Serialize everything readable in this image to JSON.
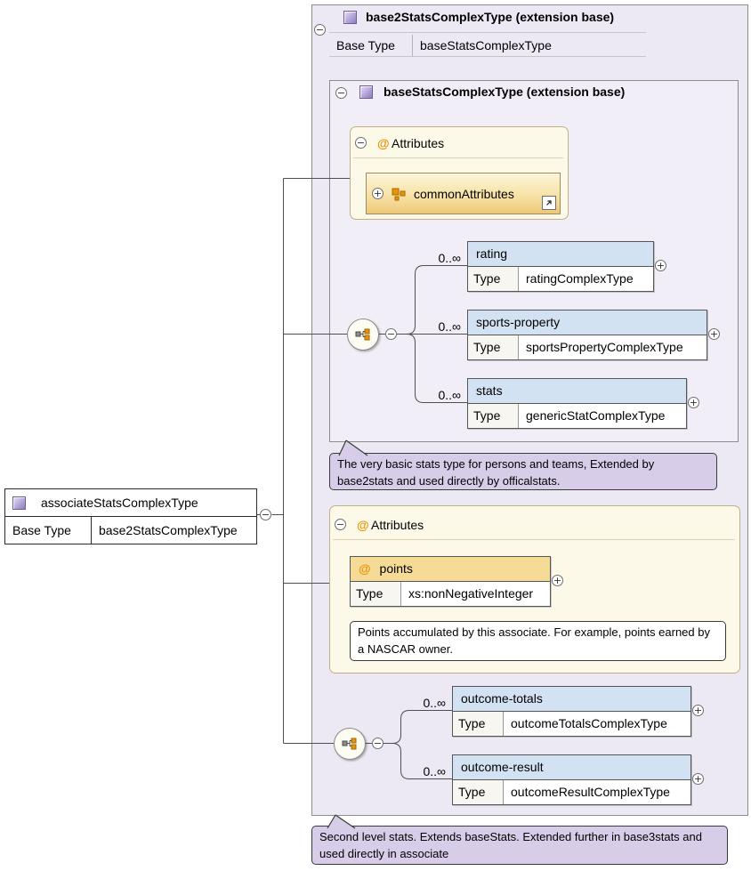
{
  "symbols": {
    "collapse": "−",
    "expand": "+",
    "at": "@"
  },
  "left_node": {
    "title": "associateStatsComplexType",
    "base_type_label": "Base Type",
    "base_type_value": "base2StatsComplexType"
  },
  "outer": {
    "title": "base2StatsComplexType (extension base)",
    "base_type_label": "Base Type",
    "base_type_value": "baseStatsComplexType",
    "annotation": "Second level stats. Extends baseStats. Extended further in base3stats and used directly in associate"
  },
  "inner": {
    "title": "baseStatsComplexType (extension base)",
    "attributes_header": "Attributes",
    "attr_group": "commonAttributes",
    "annotation": "The very basic stats type for persons and teams, Extended by base2stats and used directly by officalstats.",
    "elements": [
      {
        "occurs": "0..∞",
        "name": "rating",
        "type_label": "Type",
        "type": "ratingComplexType"
      },
      {
        "occurs": "0..∞",
        "name": "sports-property",
        "type_label": "Type",
        "type": "sportsPropertyComplexType"
      },
      {
        "occurs": "0..∞",
        "name": "stats",
        "type_label": "Type",
        "type": "genericStatComplexType"
      }
    ]
  },
  "outer_attributes": {
    "attributes_header": "Attributes",
    "attribute_name": "points",
    "type_label": "Type",
    "type": "xs:nonNegativeInteger",
    "annotation": "Points accumulated by this associate. For example, points earned by a NASCAR owner."
  },
  "outer_elements": [
    {
      "occurs": "0..∞",
      "name": "outcome-totals",
      "type_label": "Type",
      "type": "outcomeTotalsComplexType"
    },
    {
      "occurs": "0..∞",
      "name": "outcome-result",
      "type_label": "Type",
      "type": "outcomeResultComplexType"
    }
  ],
  "colors": {
    "outer_panel_bg": "#ece9f4",
    "inner_panel_bg": "#f1eef8",
    "attr_panel_bg": "#fdf9e9",
    "element_header_bg": "#d3e2f2",
    "attr_header_bg": "#f5db96",
    "annotation_bg": "#d7cde8",
    "accent_orange": "#e8940a",
    "type_icon_purple": "#9a8ac6"
  }
}
